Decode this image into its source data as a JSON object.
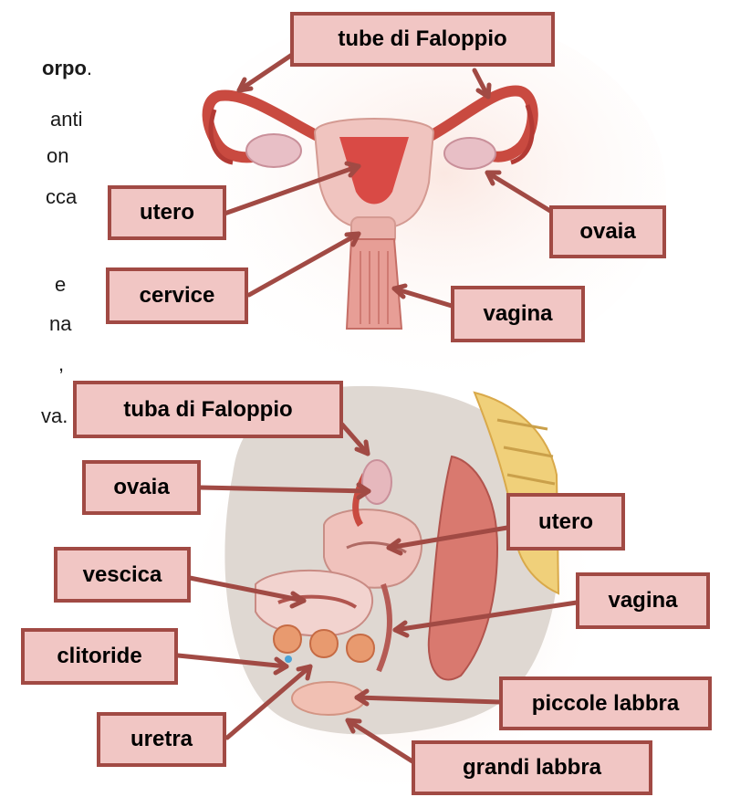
{
  "background_text": {
    "line1_bold": "orpo",
    "line1_rest": ".",
    "line2": "anti",
    "line3": "on",
    "line4": "cca",
    "line5": "e",
    "line6": "na",
    "line7": ",",
    "line8": "va."
  },
  "labels": {
    "top": {
      "tube": "tube di Faloppio",
      "utero": "utero",
      "ovaia": "ovaia",
      "cervice": "cervice",
      "vagina": "vagina"
    },
    "bottom": {
      "tuba": "tuba di Faloppio",
      "ovaia": "ovaia",
      "utero": "utero",
      "vescica": "vescica",
      "vagina": "vagina",
      "clitoride": "clitoride",
      "piccole_labbra": "piccole labbra",
      "uretra": "uretra",
      "grandi_labbra": "grandi labbra"
    }
  },
  "colors": {
    "label_fill": "#f1c6c4",
    "label_border": "#a14a44",
    "arrow": "#a14a44"
  }
}
